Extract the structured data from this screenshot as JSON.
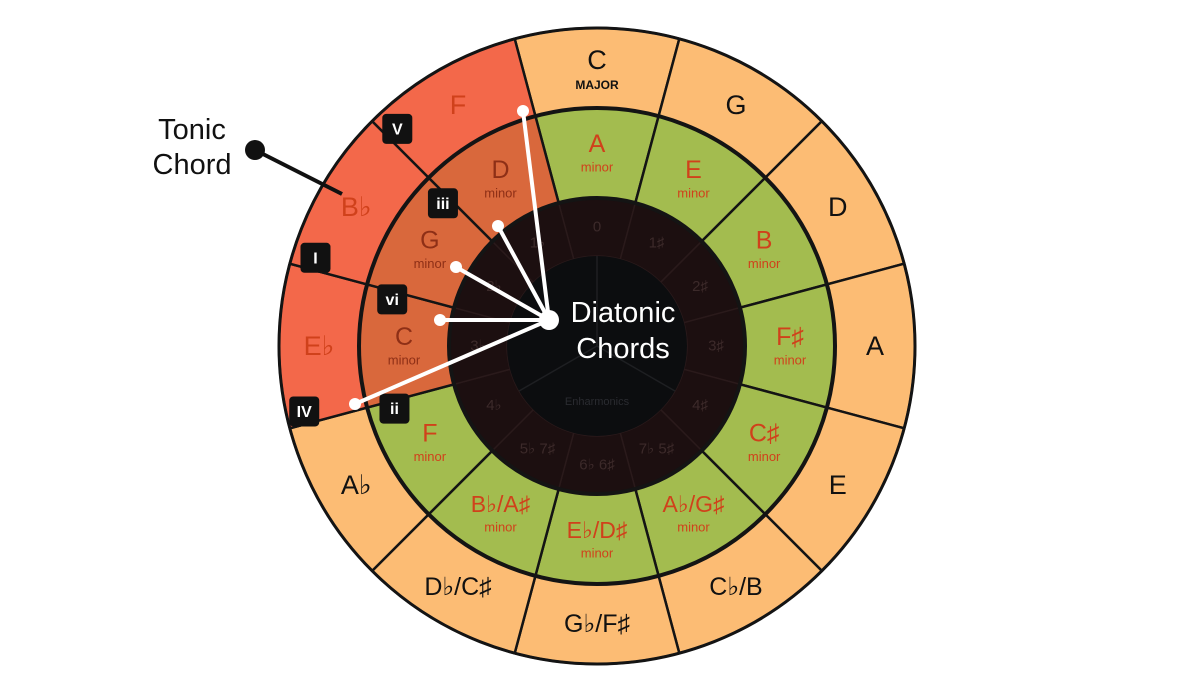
{
  "colors": {
    "outer": "#fcbc74",
    "middle": "#a3bc4f",
    "inner": "#1c0f10",
    "core": "#0c0d0f",
    "highlight_outer": "#f3684a",
    "highlight_middle": "#d9683c",
    "ring_stroke": "#141414",
    "minor_text": "#d0411b",
    "label_box": "#111111",
    "pointer": "#ffffff"
  },
  "callouts": {
    "tonic_line1": "Tonic",
    "tonic_line2": "Chord",
    "diatonic_line1": "Diatonic",
    "diatonic_line2": "Chords"
  },
  "outer_ring": [
    {
      "name": "C",
      "sub": "MAJOR"
    },
    {
      "name": "G"
    },
    {
      "name": "D"
    },
    {
      "name": "A"
    },
    {
      "name": "E"
    },
    {
      "name": "C♭/B"
    },
    {
      "name": "G♭/F♯"
    },
    {
      "name": "D♭/C♯"
    },
    {
      "name": "A♭"
    },
    {
      "name": "E♭"
    },
    {
      "name": "B♭"
    },
    {
      "name": "F"
    }
  ],
  "middle_ring": [
    {
      "name": "A",
      "sub": "minor"
    },
    {
      "name": "E",
      "sub": "minor"
    },
    {
      "name": "B",
      "sub": "minor"
    },
    {
      "name": "F♯",
      "sub": "minor"
    },
    {
      "name": "C♯",
      "sub": "minor"
    },
    {
      "name": "A♭/G♯",
      "sub": "minor"
    },
    {
      "name": "E♭/D♯",
      "sub": "minor"
    },
    {
      "name": "B♭/A♯",
      "sub": "minor"
    },
    {
      "name": "F",
      "sub": "minor"
    },
    {
      "name": "C",
      "sub": "minor"
    },
    {
      "name": "G",
      "sub": "minor"
    },
    {
      "name": "D",
      "sub": "minor"
    }
  ],
  "inner_ring": [
    "0",
    "1♯",
    "2♯",
    "3♯",
    "4♯",
    "7♭ 5♯",
    "6♭ 6♯",
    "5♭ 7♯",
    "4♭",
    "3♭",
    "2♭",
    "1♭"
  ],
  "core_label": "Enharmonics",
  "highlight": {
    "outer": [
      9,
      10,
      11
    ],
    "middle": [
      9,
      10,
      11
    ]
  },
  "roman_numerals": [
    {
      "label": "V",
      "ring": "outer",
      "index": 11
    },
    {
      "label": "I",
      "ring": "outer",
      "index": 10
    },
    {
      "label": "IV",
      "ring": "outer",
      "index": 9
    },
    {
      "label": "iii",
      "ring": "middle",
      "index": 11
    },
    {
      "label": "vi",
      "ring": "middle",
      "index": 10
    },
    {
      "label": "ii",
      "ring": "middle",
      "index": 9
    }
  ]
}
